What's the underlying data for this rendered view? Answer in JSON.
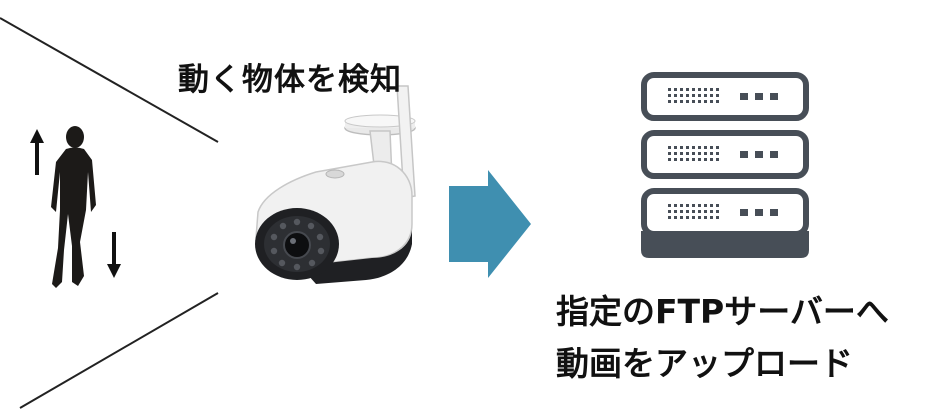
{
  "labels": {
    "detect": "動く物体を検知",
    "upload_line1": "指定のFTPサーバーへ",
    "upload_line2": "動画をアップロード"
  },
  "colors": {
    "arrow": "#3f8fb0",
    "server_outline": "#474e57",
    "lines": "#222222",
    "person": "#1c1a18",
    "camera_body": "#f1f1f1",
    "camera_dark": "#1f2023"
  },
  "icons": {
    "person": "walking-person-icon",
    "camera": "security-camera-icon",
    "flow_arrow": "right-arrow-icon",
    "server": "server-rack-icon"
  }
}
